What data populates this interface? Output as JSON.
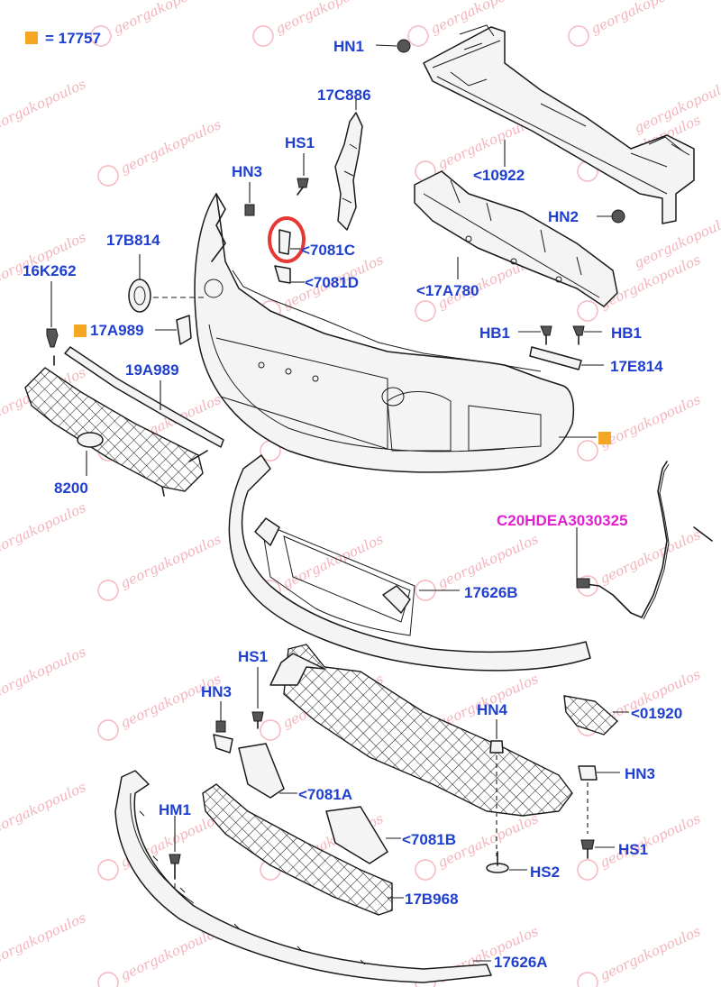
{
  "legend": {
    "text": "= 17757",
    "marker_color": "#f5a623"
  },
  "labels": {
    "HN1": "HN1",
    "c17C886": "17C886",
    "HS1_top": "HS1",
    "HN3_top": "HN3",
    "c10922": "<10922",
    "HN2": "HN2",
    "c7081C": "<7081C",
    "c7081D": "<7081D",
    "c17B814": "17B814",
    "c16K262": "16K262",
    "c17A780": "<17A780",
    "c17A989": "17A989",
    "HB1_left": "HB1",
    "HB1_right": "HB1",
    "c19A989": "19A989",
    "c17E814": "17E814",
    "c8200": "8200",
    "C20HDEA": "C20HDEA3030325",
    "c17626B": "17626B",
    "HS1_mid": "HS1",
    "HN3_mid": "HN3",
    "HN4": "HN4",
    "c01920": "<01920",
    "HN3_right": "HN3",
    "c7081A": "<7081A",
    "HM1": "HM1",
    "c7081B": "<7081B",
    "HS1_right": "HS1",
    "HS2": "HS2",
    "c17B968": "17B968",
    "c17626A": "17626A"
  },
  "watermark": "georgakopoulos",
  "colors": {
    "label": "#1f3fcf",
    "highlight": "#e53935",
    "code": "#e020d0",
    "watermark": "#f2a7b0"
  }
}
